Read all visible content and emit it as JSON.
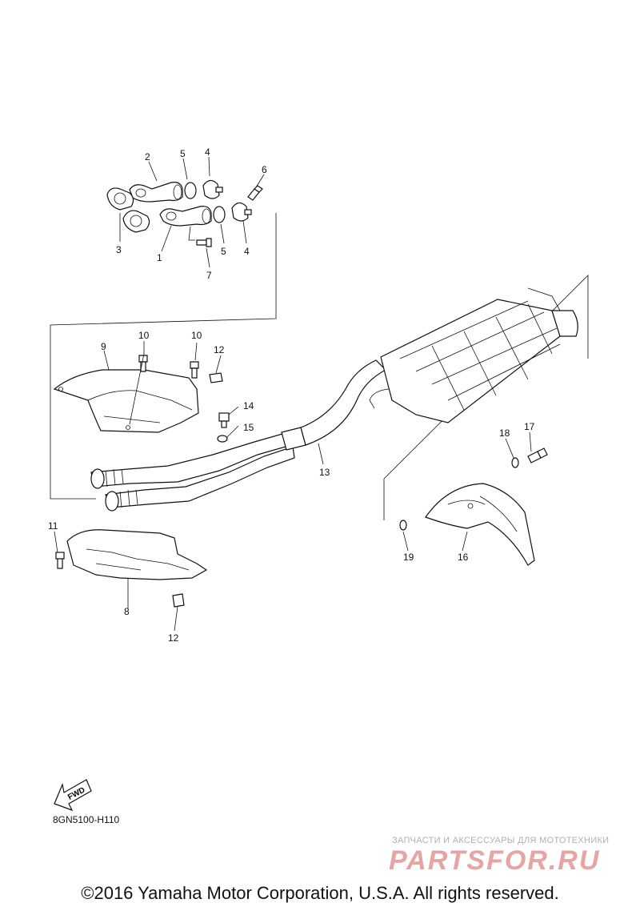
{
  "callouts": {
    "c1": "1",
    "c2": "2",
    "c3": "3",
    "c4a": "4",
    "c4b": "4",
    "c5a": "5",
    "c5b": "5",
    "c6": "6",
    "c7": "7",
    "c8": "8",
    "c9": "9",
    "c10a": "10",
    "c10b": "10",
    "c11": "11",
    "c12a": "12",
    "c12b": "12",
    "c13": "13",
    "c14": "14",
    "c15": "15",
    "c16": "16",
    "c17": "17",
    "c18": "18",
    "c19": "19"
  },
  "fwd_label": "FWD",
  "diagram_code": "8GN5100-H110",
  "watermark": {
    "tagline": "ЗАПЧАСТИ И АКСЕССУАРЫ ДЛЯ МОТОТЕХНИКИ",
    "logo": "PARTSFOR.RU",
    "logo_color": "#e8a3a3",
    "tagline_color": "#b0b0b0"
  },
  "copyright": "©2016 Yamaha Motor Corporation, U.S.A. All rights reserved."
}
